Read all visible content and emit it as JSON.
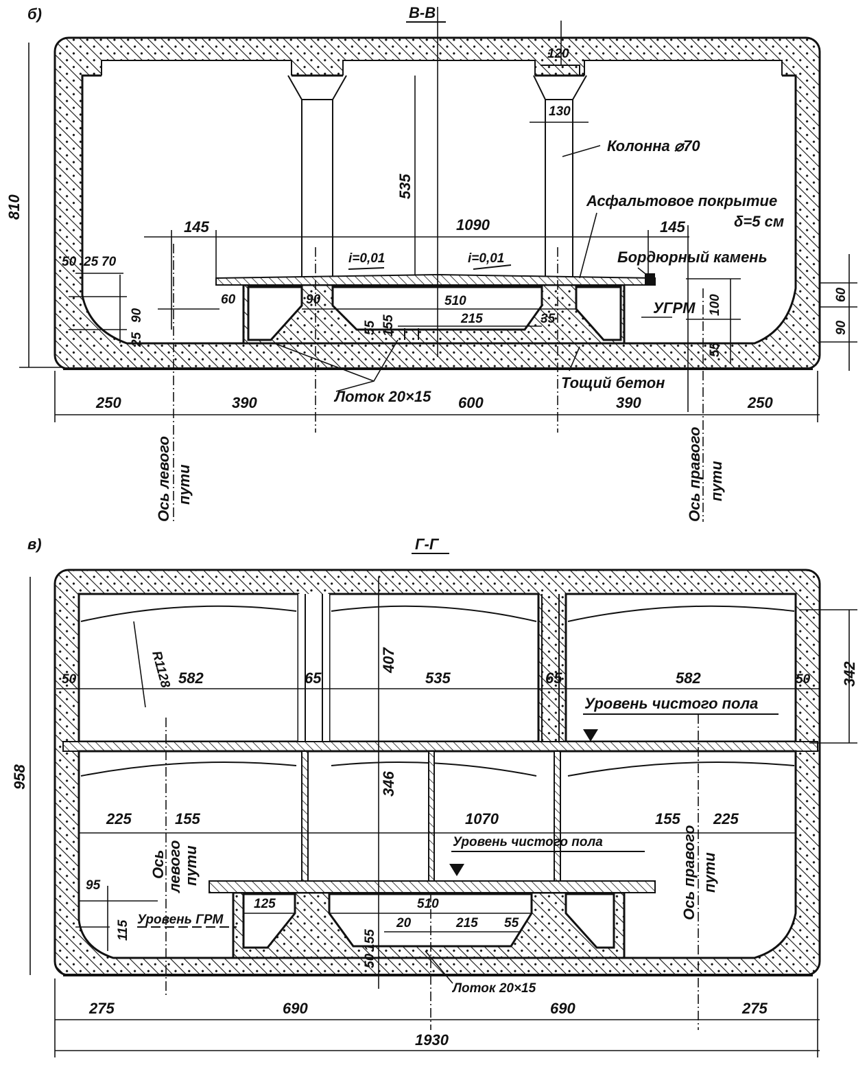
{
  "section_b": {
    "label": "б)",
    "title": "В-В",
    "dim_column_top": "120",
    "dim_column_cap": "130",
    "column_note": "Колонна ⌀70",
    "dim_height_inner": "535",
    "dim_height_total": "810",
    "asphalt_note": "Асфальтовое покрытие",
    "asphalt_thickness": "δ=5 см",
    "dim_left_145": "145",
    "dim_1090": "1090",
    "dim_right_145": "145",
    "slope_left": "i=0,01",
    "slope_right": "i=0,01",
    "curb_note": "Бордюрный камень",
    "dim_50": "50",
    "dim_25": "25",
    "dim_70": "70",
    "dim_60": "60",
    "dim_90_center": "90",
    "dim_510": "510",
    "ugrm": "УГРМ",
    "dim_100": "100",
    "dim_right_60": "60",
    "dim_right_90": "90",
    "dim_left_90": "90",
    "dim_left_25": "25",
    "dim_155": "155",
    "dim_55_left": "55",
    "dim_215": "215",
    "dim_35": "35",
    "dim_55_right": "55",
    "tray_note": "Лоток 20×15",
    "lean_concrete_note": "Тощий бетон",
    "bottom_dims": [
      "250",
      "390",
      "600",
      "390",
      "250"
    ],
    "left_axis": [
      "Ось левого",
      "пути"
    ],
    "right_axis": [
      "Ось правого",
      "пути"
    ]
  },
  "section_v": {
    "label": "в)",
    "title": "Г-Г",
    "radius": "R1128",
    "upper_dims": [
      "50",
      "582",
      "65",
      "535",
      "65",
      "582",
      "50"
    ],
    "dim_407": "407",
    "dim_342": "342",
    "dim_958": "958",
    "floor_level_upper": "Уровень чистого пола",
    "dim_346": "346",
    "lower_dims": [
      "225",
      "155",
      "1070",
      "155",
      "225"
    ],
    "floor_level_lower": "Уровень чистого пола",
    "left_axis": [
      "Ось",
      "левого",
      "пути"
    ],
    "right_axis": [
      "Ось правого",
      "пути"
    ],
    "dim_95": "95",
    "dim_115": "115",
    "grm_level": "Уровень ГРМ",
    "dim_125": "125",
    "dim_510": "510",
    "dim_20": "20",
    "dim_215": "215",
    "dim_55": "55",
    "dim_155": "155",
    "dim_50": "50",
    "tray_note": "Лоток 20×15",
    "bottom_dims": [
      "275",
      "690",
      "690",
      "275"
    ],
    "total_width": "1930"
  }
}
